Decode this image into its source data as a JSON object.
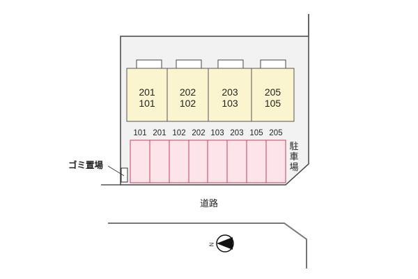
{
  "colors": {
    "lot_fill": "#f2f2f2",
    "lot_border": "#444444",
    "building_fill": "#fbf5cf",
    "building_border": "#555555",
    "balcony_fill": "#ffffff",
    "parking_fill": "#fde3ea",
    "parking_border": "#c0405a",
    "road_line": "#777777"
  },
  "building": {
    "units": [
      {
        "upper": "201",
        "lower": "101"
      },
      {
        "upper": "202",
        "lower": "102"
      },
      {
        "upper": "203",
        "lower": "103"
      },
      {
        "upper": "205",
        "lower": "105"
      }
    ]
  },
  "parking": {
    "label": "駐車場",
    "label_chars": [
      "駐",
      "車",
      "場"
    ],
    "spaces": [
      "101",
      "201",
      "102",
      "202",
      "103",
      "203",
      "105",
      "205"
    ]
  },
  "garbage": {
    "label": "ゴミ置場"
  },
  "road": {
    "label": "道路"
  },
  "compass": {
    "label": "N",
    "icon": "north-arrow-icon"
  }
}
